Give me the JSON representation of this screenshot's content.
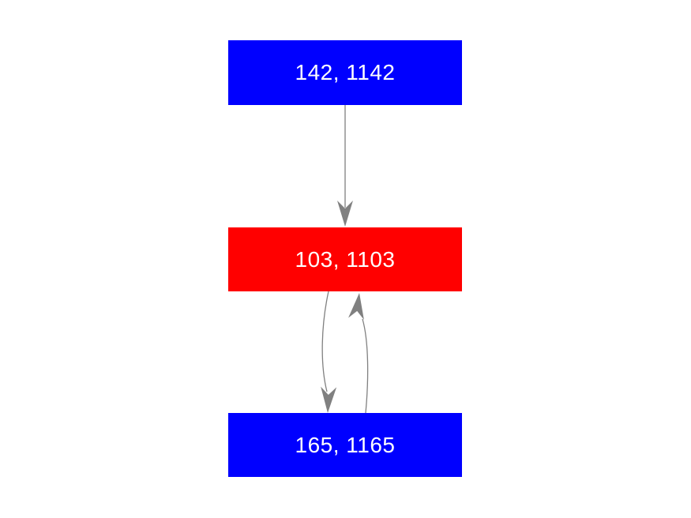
{
  "diagram": {
    "background_color": "#ffffff",
    "edge_color": "#808080",
    "nodes": [
      {
        "id": "top",
        "label": "142, 1142",
        "fill": "#0000ff",
        "text_color": "#ffffff",
        "shape": "rectangle"
      },
      {
        "id": "middle",
        "label": "103, 1103",
        "fill": "#ff0000",
        "text_color": "#ffffff",
        "shape": "rectangle"
      },
      {
        "id": "bottom",
        "label": "165, 1165",
        "fill": "#0000ff",
        "text_color": "#ffffff",
        "shape": "rectangle"
      }
    ],
    "edges": [
      {
        "from": "top",
        "to": "middle",
        "style": "straight",
        "direction": "down"
      },
      {
        "from": "middle",
        "to": "bottom",
        "style": "curved-left",
        "direction": "down"
      },
      {
        "from": "bottom",
        "to": "middle",
        "style": "curved-right",
        "direction": "up"
      }
    ]
  }
}
